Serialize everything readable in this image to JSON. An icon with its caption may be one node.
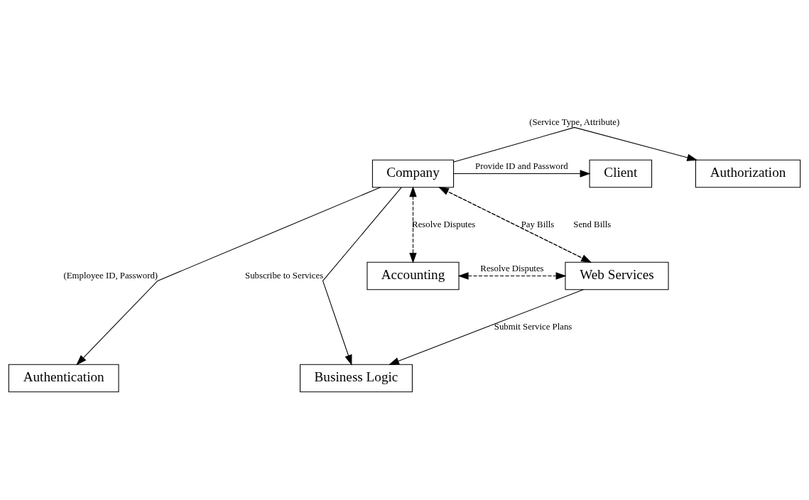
{
  "diagram": {
    "nodes": [
      {
        "text": [
          "Authentication"
        ]
      },
      {
        "text": [
          "Business Logic"
        ]
      },
      {
        "text": [
          "Authorization"
        ]
      },
      {
        "text": [
          "Company"
        ]
      },
      {
        "text": [
          "Client"
        ]
      },
      {
        "text": [
          "Accounting"
        ]
      },
      {
        "text": [
          "Web Services"
        ]
      }
    ],
    "edges": [
      {
        "from": 3,
        "to": 0,
        "arrow": "to",
        "label": "(Employee ID, Password)"
      },
      {
        "from": 3,
        "to": 1,
        "arrow": "to",
        "label": "Subscribe to Services"
      },
      {
        "from": 3,
        "to": 2,
        "arrow": "to",
        "label": "(Service Type, Attribute)"
      },
      {
        "from": 3,
        "to": 4,
        "arrow": "to",
        "label": "Provide ID and Password"
      },
      {
        "from": 5,
        "to": 3,
        "arrow": "both",
        "label": "Resolve Disputes",
        "style": "dashed"
      },
      {
        "from": 3,
        "to": 6,
        "arrow": "to",
        "label": "Pay Bills",
        "style": "dashed"
      },
      {
        "from": 6,
        "to": 3,
        "arrow": "to",
        "label": "Send Bills",
        "style": "dashed"
      },
      {
        "from": 6,
        "to": 1,
        "arrow": "to",
        "label": "Submit Service Plans"
      },
      {
        "from": 5,
        "to": 6,
        "arrow": "both",
        "label": "Resolve Disputes",
        "style": "dashed"
      }
    ]
  }
}
